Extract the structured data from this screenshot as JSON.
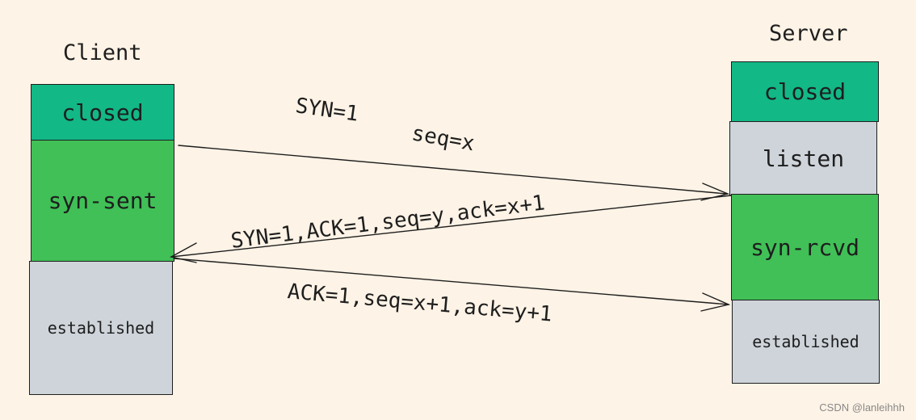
{
  "client": {
    "title": "Client",
    "states": [
      "closed",
      "syn-sent",
      "established"
    ]
  },
  "server": {
    "title": "Server",
    "states": [
      "closed",
      "listen",
      "syn-rcvd",
      "established"
    ]
  },
  "messages": {
    "m1_syn": "SYN=1",
    "m1_seq": "seq=x",
    "m2": "SYN=1,ACK=1,seq=y,ack=x+1",
    "m3": "ACK=1,seq=x+1,ack=y+1"
  },
  "watermark": "CSDN @lanleihhh",
  "colors": {
    "closed": "#12b886",
    "active": "#40c057",
    "idle": "#ced4da",
    "background": "#fdf3e6"
  }
}
